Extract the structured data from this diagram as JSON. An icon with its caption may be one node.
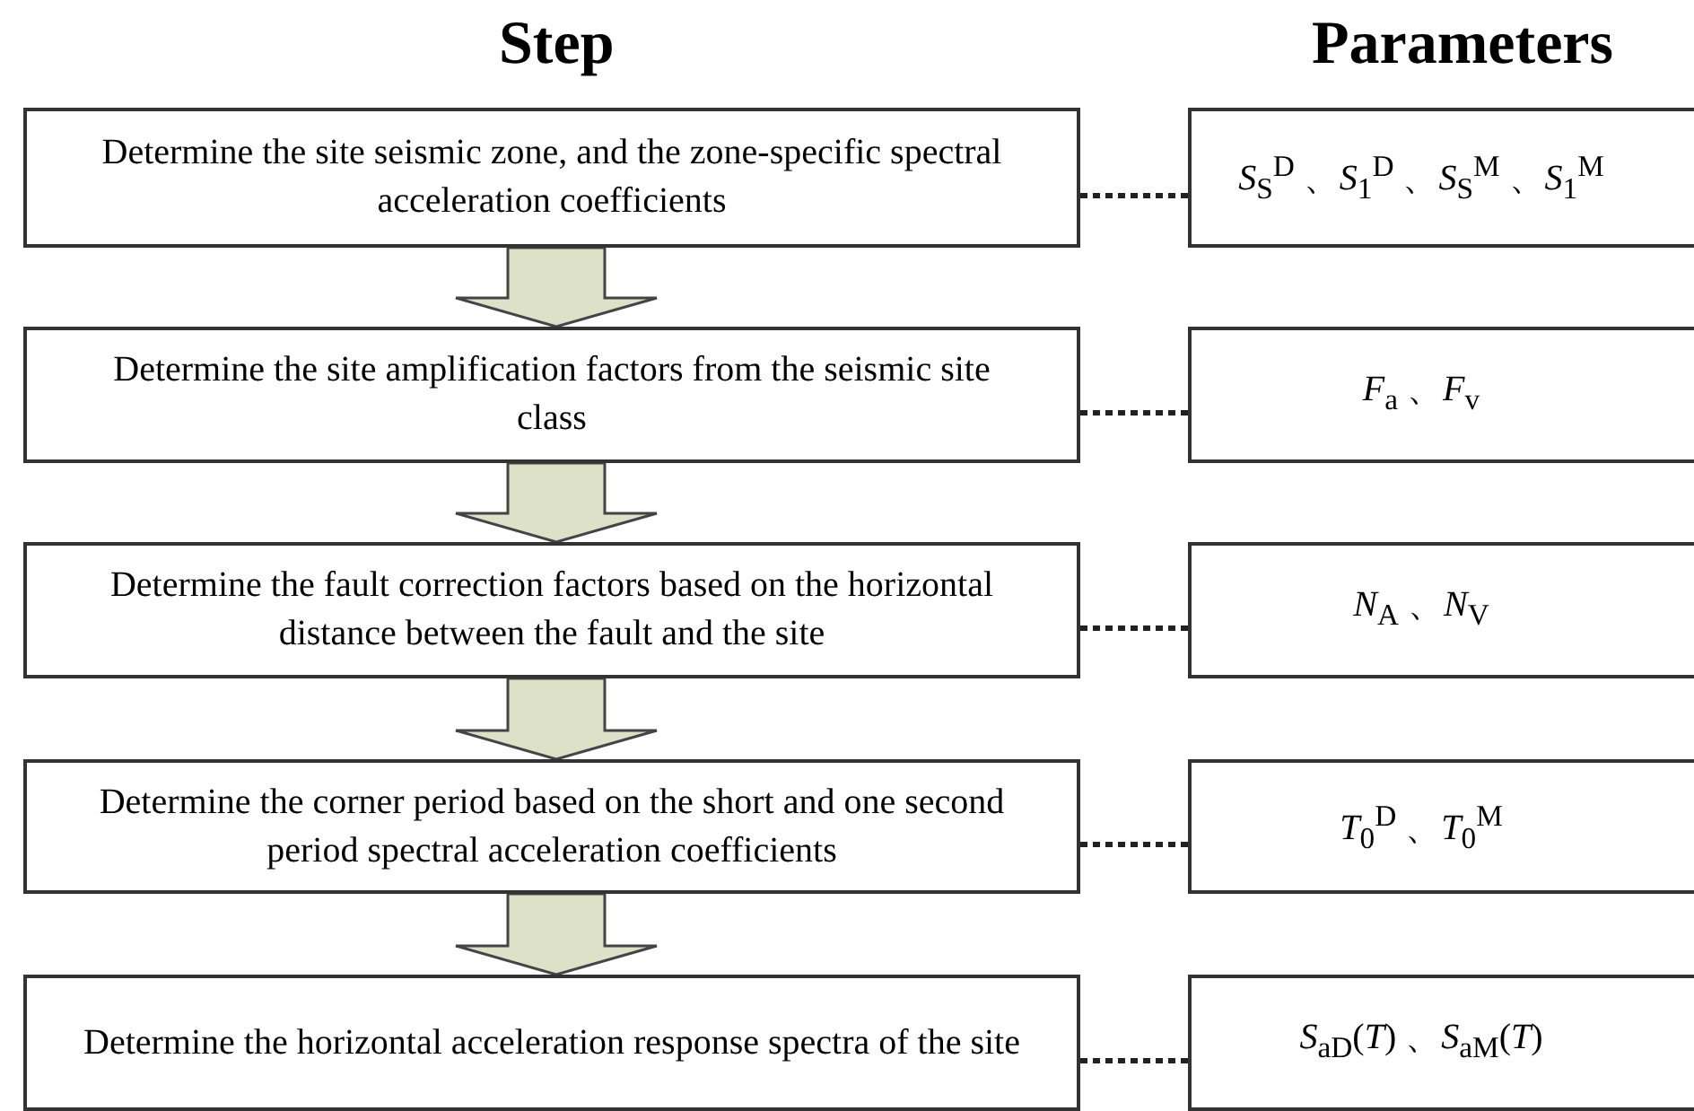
{
  "diagram": {
    "nodes": [
      {
        "text": [
          "Determine the site seismic zone, and the zone-specific spectral acceleration coefficients"
        ]
      },
      {
        "text": [
          "*S*$_{S}$$^{D}$ 、*S*$_{1}$$^{D}$ 、*S*$_{S}$$^{M}$ 、*S*$_{1}$$^{M}$"
        ]
      },
      {
        "text": [
          "Determine the site amplification factors from the seismic site class"
        ]
      },
      {
        "text": [
          "*F*$_{a}$ 、*F*$_{v}$"
        ]
      },
      {
        "text": [
          "Determine the fault correction factors based on the horizontal distance between the fault and the site"
        ]
      },
      {
        "text": [
          "*N*$_{A}$ 、*N*$_{V}$"
        ]
      },
      {
        "text": [
          "Determine the corner period based on the short and one second period spectral acceleration coefficients"
        ]
      },
      {
        "text": [
          "*T*$_{0}$$^{D}$ 、*T*$_{0}$$^{M}$"
        ]
      },
      {
        "text": [
          "Determine the horizontal acceleration response spectra of the site"
        ]
      },
      {
        "text": [
          "*S*$_{aD}$(*T*) 、*S*$_{aM}$(*T*)"
        ]
      }
    ],
    "edges": [
      {
        "from": 0,
        "to": 1,
        "arrow": "none",
        "style": "dashed"
      },
      {
        "from": 2,
        "to": 3,
        "arrow": "none",
        "style": "dashed"
      },
      {
        "from": 4,
        "to": 5,
        "arrow": "none",
        "style": "dashed"
      },
      {
        "from": 6,
        "to": 7,
        "arrow": "none",
        "style": "dashed"
      },
      {
        "from": 8,
        "to": 9,
        "arrow": "none",
        "style": "dashed"
      },
      {
        "from": 0,
        "to": 2,
        "arrow": "to",
        "style": "thick",
        "color": "#dde1c8"
      },
      {
        "from": 2,
        "to": 4,
        "arrow": "to",
        "style": "thick",
        "color": "#dde1c8"
      },
      {
        "from": 4,
        "to": 6,
        "arrow": "to",
        "style": "thick",
        "color": "#dde1c8"
      },
      {
        "from": 6,
        "to": 8,
        "arrow": "to",
        "style": "thick",
        "color": "#dde1c8"
      }
    ],
    "labels": [
      "Step",
      "Parameters"
    ]
  }
}
